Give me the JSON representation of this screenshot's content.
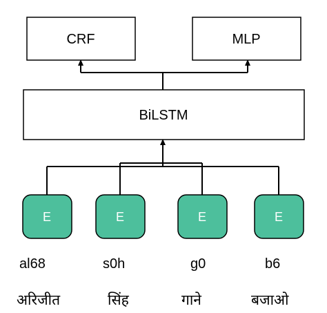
{
  "colors": {
    "box_stroke": "#000000",
    "box_fill": "#ffffff",
    "embedding_fill": "#4dbf9c",
    "embedding_stroke": "#000000",
    "connector": "#000000"
  },
  "output_layers": {
    "crf": "CRF",
    "mlp": "MLP"
  },
  "encoder": {
    "label": "BiLSTM"
  },
  "embedding_label": "E",
  "inputs": [
    {
      "token": "al68",
      "word": "अरिजीत"
    },
    {
      "token": "s0h",
      "word": "सिंह"
    },
    {
      "token": "g0",
      "word": "गाने"
    },
    {
      "token": "b6",
      "word": "बजाओ"
    }
  ]
}
